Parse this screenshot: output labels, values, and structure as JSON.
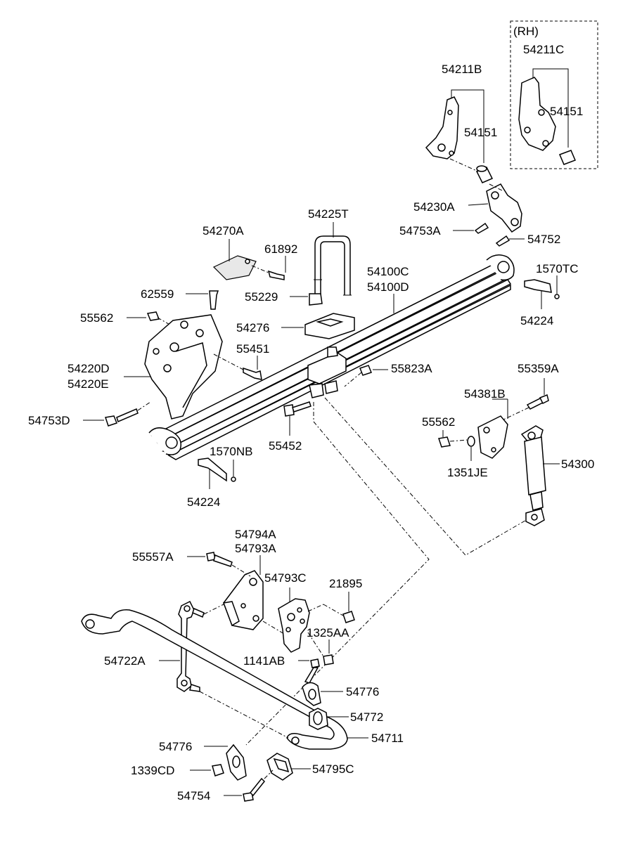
{
  "rh_label": "(RH)",
  "callouts": {
    "c54211C": "54211C",
    "c54151_rh": "54151",
    "c54211B": "54211B",
    "c54151": "54151",
    "c54230A": "54230A",
    "c54753A": "54753A",
    "c54752": "54752",
    "c54225T": "54225T",
    "c54270A": "54270A",
    "c61892": "61892",
    "c54100C": "54100C",
    "c54100D": "54100D",
    "c1570TC": "1570TC",
    "c62559": "62559",
    "c55229": "55229",
    "c55562_top": "55562",
    "c54276": "54276",
    "c54224_r": "54224",
    "c55451": "55451",
    "c54220D": "54220D",
    "c54220E": "54220E",
    "c55823A": "55823A",
    "c55359A": "55359A",
    "c54381B": "54381B",
    "c54753D": "54753D",
    "c55562_mid": "55562",
    "c55452": "55452",
    "c1570NB": "1570NB",
    "c1351JE": "1351JE",
    "c54300": "54300",
    "c54224_l": "54224",
    "c54794A": "54794A",
    "c54793A": "54793A",
    "c55557A": "55557A",
    "c54793C": "54793C",
    "c21895": "21895",
    "c1325AA": "1325AA",
    "c54722A": "54722A",
    "c1141AB": "1141AB",
    "c54776_r": "54776",
    "c54772": "54772",
    "c54711": "54711",
    "c54776_l": "54776",
    "c1339CD": "1339CD",
    "c54795C": "54795C",
    "c54754": "54754"
  }
}
